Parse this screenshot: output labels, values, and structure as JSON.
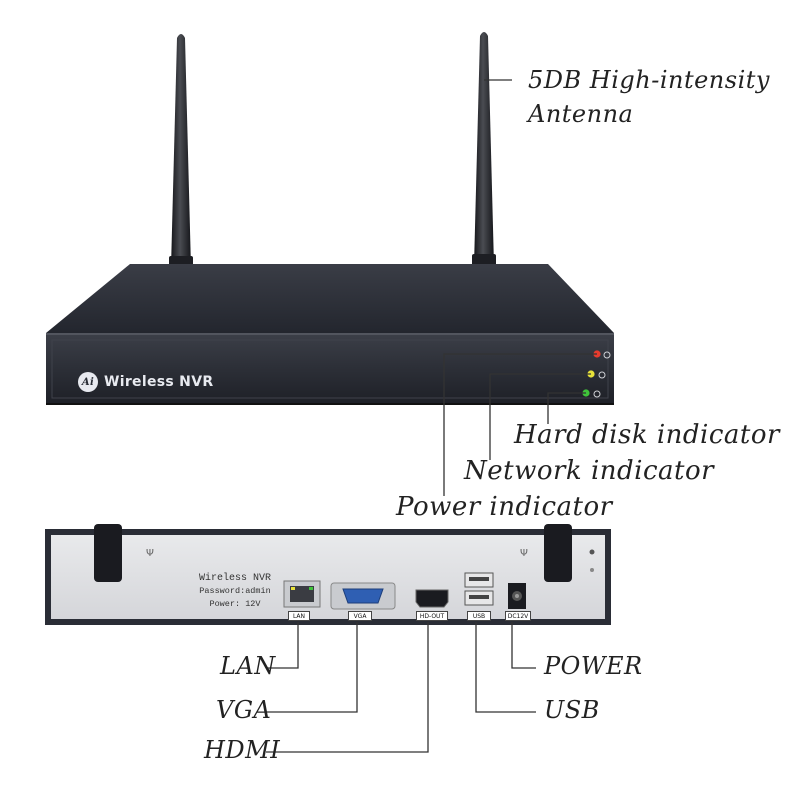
{
  "front_panel": {
    "brand_logo": "Ai",
    "brand_text": "Wireless NVR",
    "indicators": [
      {
        "name": "power",
        "color": "#e63b2e"
      },
      {
        "name": "network",
        "color": "#e8e23a"
      },
      {
        "name": "hard-disk",
        "color": "#3fc43a"
      }
    ]
  },
  "rear_panel": {
    "label_plate": {
      "line1": "Wireless NVR",
      "line2": "Password:admin",
      "line3": "Power: 12V"
    },
    "ports": {
      "lan": "LAN",
      "vga": "VGA",
      "hdmi": "HD-OUT",
      "usb": "USB",
      "power": "DC12V"
    }
  },
  "callouts": {
    "antenna_line1": "5DB High-intensity",
    "antenna_line2": "Antenna",
    "hard_disk": "Hard disk indicator",
    "network": "Network indicator",
    "power": "Power indicator",
    "lan": "LAN",
    "vga": "VGA",
    "hdmi": "HDMI",
    "power_port": "POWER",
    "usb": "USB"
  },
  "colors": {
    "device_body": "#2a2d36",
    "rear_plate": "#dfe0e3",
    "leader_line": "#333333"
  }
}
